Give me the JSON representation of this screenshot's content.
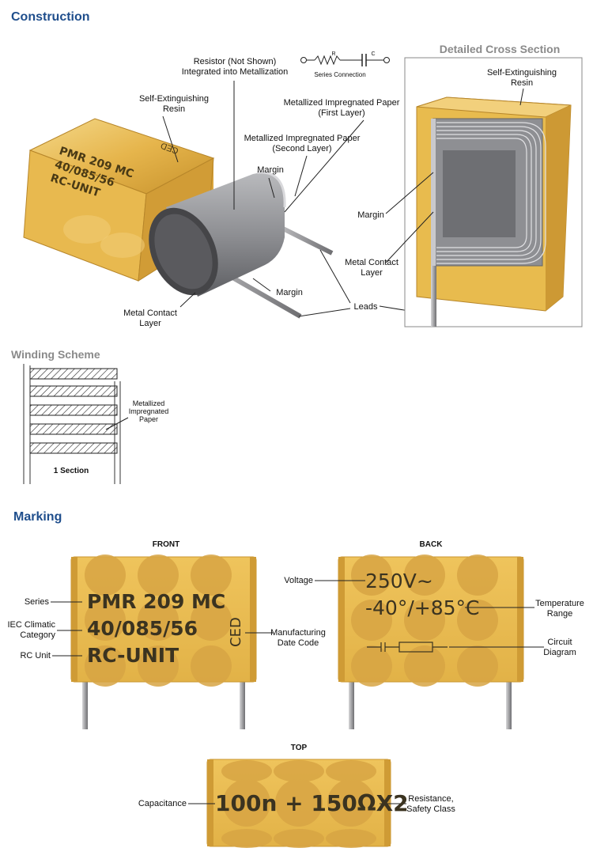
{
  "construction": {
    "title": "Construction",
    "labels": {
      "resistor": [
        "Resistor (Not Shown)",
        "Integrated into Metallization"
      ],
      "series_connection": "Series Connection",
      "r_symbol": "R",
      "c_symbol": "C",
      "resin": [
        "Self-Extinguishing",
        "Resin"
      ],
      "first_layer": [
        "Metallized Impregnated Paper",
        "(First Layer)"
      ],
      "second_layer": [
        "Metallized Impregnated Paper",
        "(Second Layer)"
      ],
      "margin": "Margin",
      "margin_lower": "Margin",
      "metal_contact": [
        "Metal Contact",
        "Layer"
      ],
      "leads": "Leads"
    },
    "capacitor_print": [
      "PMR 209 MC",
      "40/085/56",
      "RC-UNIT"
    ],
    "capacitor_side_code": "CED"
  },
  "cross_section": {
    "title": "Detailed Cross Section",
    "resin": [
      "Self-Extinguishing",
      "Resin"
    ],
    "margin": "Margin",
    "metal_contact": [
      "Metal Contact",
      "Layer"
    ]
  },
  "winding": {
    "title": "Winding Scheme",
    "label": [
      "Metallized",
      "Impregnated",
      "Paper"
    ],
    "section": "1 Section"
  },
  "marking": {
    "title": "Marking",
    "front": {
      "title": "FRONT",
      "lines": [
        "PMR 209 MC",
        "40/085/56",
        "RC-UNIT"
      ],
      "code": "CED",
      "callouts": {
        "series": "Series",
        "climatic": [
          "IEC Climatic",
          "Category"
        ],
        "rc_unit": "RC Unit",
        "date_code": [
          "Manufacturing",
          "Date Code"
        ]
      }
    },
    "back": {
      "title": "BACK",
      "lines": [
        "250V~",
        "-40°/+85°C"
      ],
      "callouts": {
        "voltage": "Voltage",
        "temperature": [
          "Temperature",
          "Range"
        ],
        "circuit": [
          "Circuit",
          "Diagram"
        ]
      }
    },
    "top": {
      "title": "TOP",
      "line": "100n + 150ΩX2",
      "callouts": {
        "capacitance": "Capacitance",
        "resistance": [
          "Resistance,",
          "Safety Class"
        ]
      }
    }
  },
  "colors": {
    "heading": "#1f4e8c",
    "subheading": "#8a8a8a",
    "resin": "#e8bd55",
    "resin_dark": "#c99a33",
    "element_gray": "#7d7d80"
  }
}
